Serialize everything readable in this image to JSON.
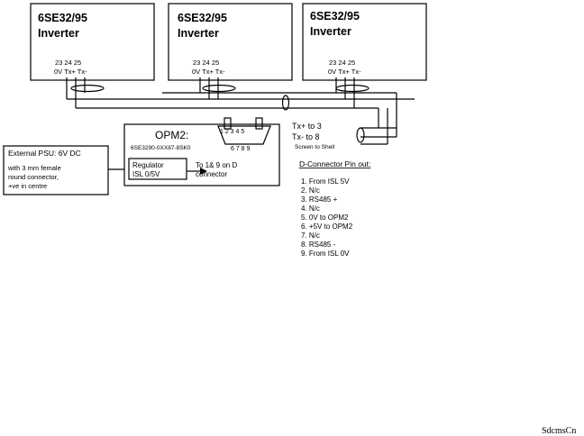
{
  "inverters": [
    {
      "model": "6SE32/95",
      "type": "Inverter",
      "pins": "23  24  25",
      "pin_labels": "0V Tx+ Tx-"
    },
    {
      "model": "6SE32/95",
      "type": "Inverter",
      "pins": "23  24  25",
      "pin_labels": "0V Tx+ Tx-"
    },
    {
      "model": "6SE32/95",
      "type": "Inverter",
      "pins": "23  24  25",
      "pin_labels": "0V Tx+ Tx-"
    }
  ],
  "opm2": {
    "title": "OPM2:",
    "part_number": "6SE3290-0XX87-8SK0",
    "regulator_line1": "Regulator",
    "regulator_line2": "ISL 0/5V",
    "to_connector_line1": "To 1& 9 on D",
    "to_connector_line2": "connector",
    "connector_top_pins": "1  2  3  4  5",
    "connector_bottom_pins": "6  7  8  9"
  },
  "psu": {
    "line1": "External PSU:  6V DC",
    "line2": "with 3 mm female",
    "line3": "round connector,",
    "line4": "+ve in centre"
  },
  "signal_labels": {
    "tx_plus": "Tx+ to 3",
    "tx_minus": "Tx- to 8",
    "screen": "Screen to Shell"
  },
  "pinout": {
    "title": "D-Connector Pin out:",
    "items": [
      "1. From ISL 5V",
      "2. N/c",
      "3. RS485 +",
      "4. N/c",
      "5. 0V to OPM2",
      "6. +5V to OPM2",
      "7. N/c",
      "8. RS485 -",
      "9. From ISL 0V"
    ]
  },
  "watermark": "SdcmsCn"
}
